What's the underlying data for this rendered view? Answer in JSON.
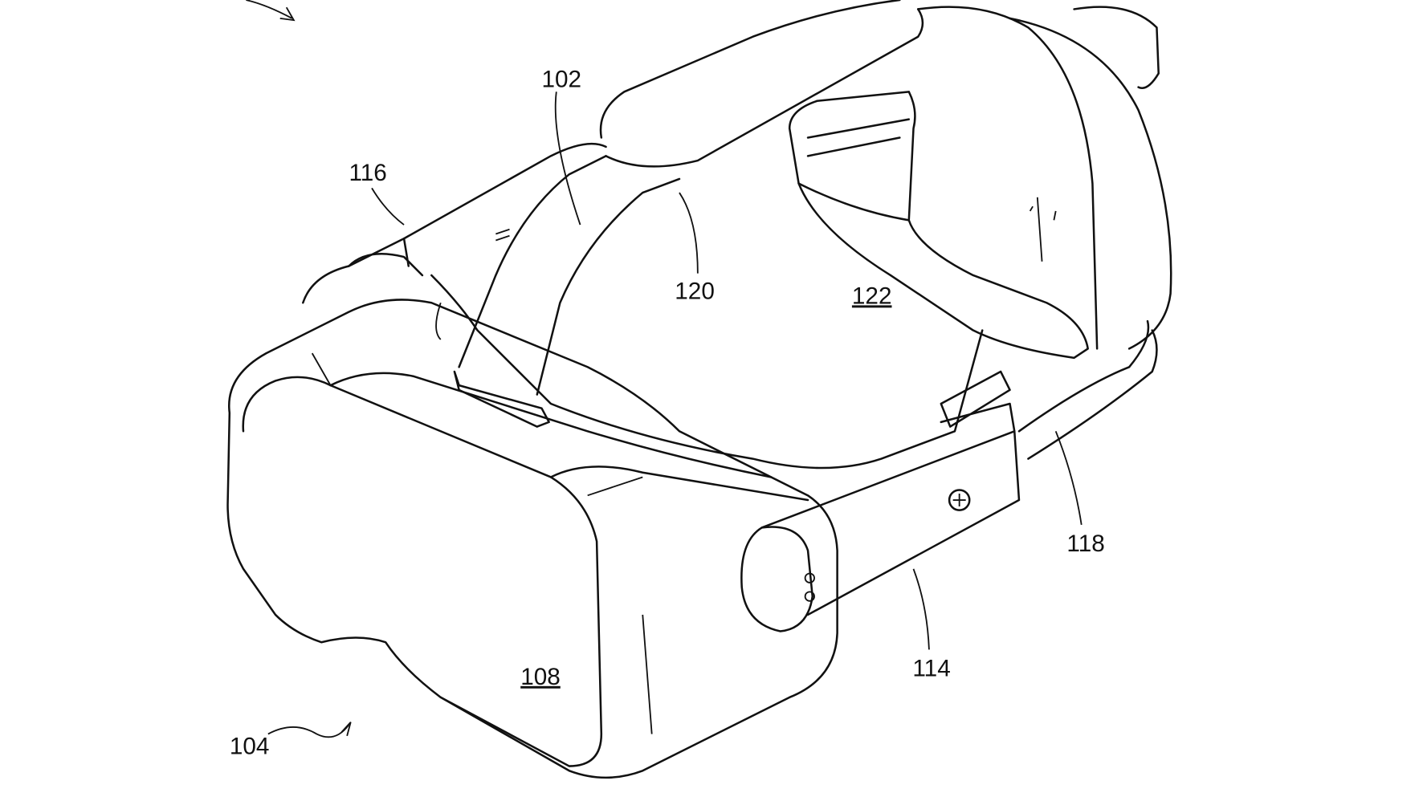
{
  "figure": {
    "labels": {
      "strap": "102",
      "side_strap": "116",
      "strap_joint": "120",
      "headband_interior": "122",
      "rear_cable": "118",
      "arm": "114",
      "front_face": "108",
      "headset": "104"
    }
  }
}
